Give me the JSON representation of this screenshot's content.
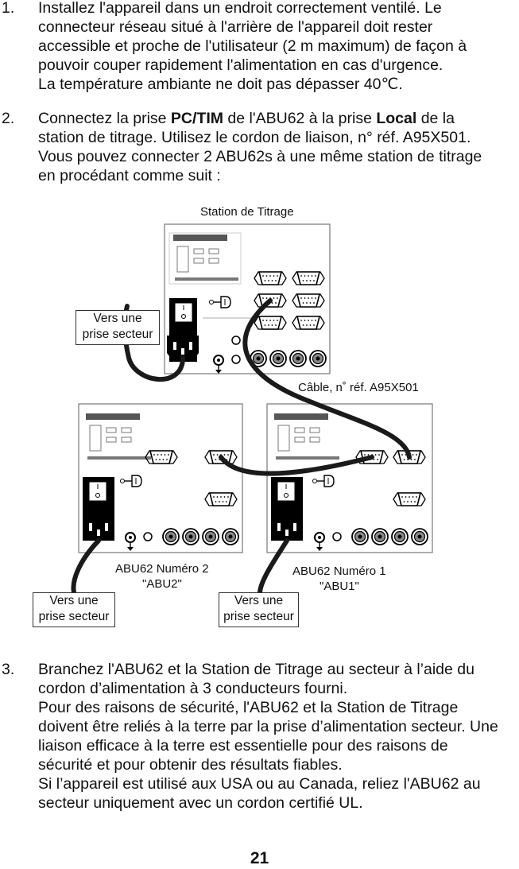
{
  "steps": [
    {
      "num": "1.",
      "lines": [
        "Installez l'appareil dans un endroit correctement ventilé. Le",
        "connecteur réseau situé à l'arrière de l'appareil doit rester",
        "accessible et proche de l'utilisateur (2 m maximum) de façon à",
        "pouvoir couper rapidement l'alimentation en cas d'urgence.",
        "La température ambiante ne doit pas dépasser 40℃."
      ]
    },
    {
      "num": "2.",
      "line1_a": "Connectez la prise ",
      "line1_b": "PC/TIM",
      "line1_c": " de l'ABU62 à la prise ",
      "line1_d": "Local",
      "line1_e": " de la",
      "lines": [
        "station de titrage. Utilisez le cordon de liaison, n° réf. A95X501.",
        "Vous pouvez connecter 2 ABU62s à une même station de titrage",
        "en procédant comme suit :"
      ]
    },
    {
      "num": "3.",
      "lines": [
        "Branchez l'ABU62 et la Station de Titrage au secteur à l’aide du",
        "cordon d’alimentation à 3 conducteurs fourni.",
        "Pour des raisons de sécurité, l'ABU62 et la Station de Titrage",
        "doivent être reliés à la terre par la prise d’alimentation secteur. Une",
        "liaison efficace à la terre est essentielle pour des raisons de",
        "sécurité et pour obtenir des résultats fiables.",
        "Si l’appareil est utilisé aux USA ou au Canada, reliez l'ABU62 au",
        "secteur uniquement avec un cordon certifié UL."
      ]
    }
  ],
  "diagram": {
    "station_title": "Station de Titrage",
    "cable_label": "Câble, n˚ réf. A95X501",
    "abu2_name": "ABU62 Numéro 2",
    "abu2_alias": "\"ABU2\"",
    "abu1_name": "ABU62 Numéro 1",
    "abu1_alias": "\"ABU1\"",
    "power_box_line1": "Vers une",
    "power_box_line2": "prise secteur"
  },
  "page_number": "21"
}
